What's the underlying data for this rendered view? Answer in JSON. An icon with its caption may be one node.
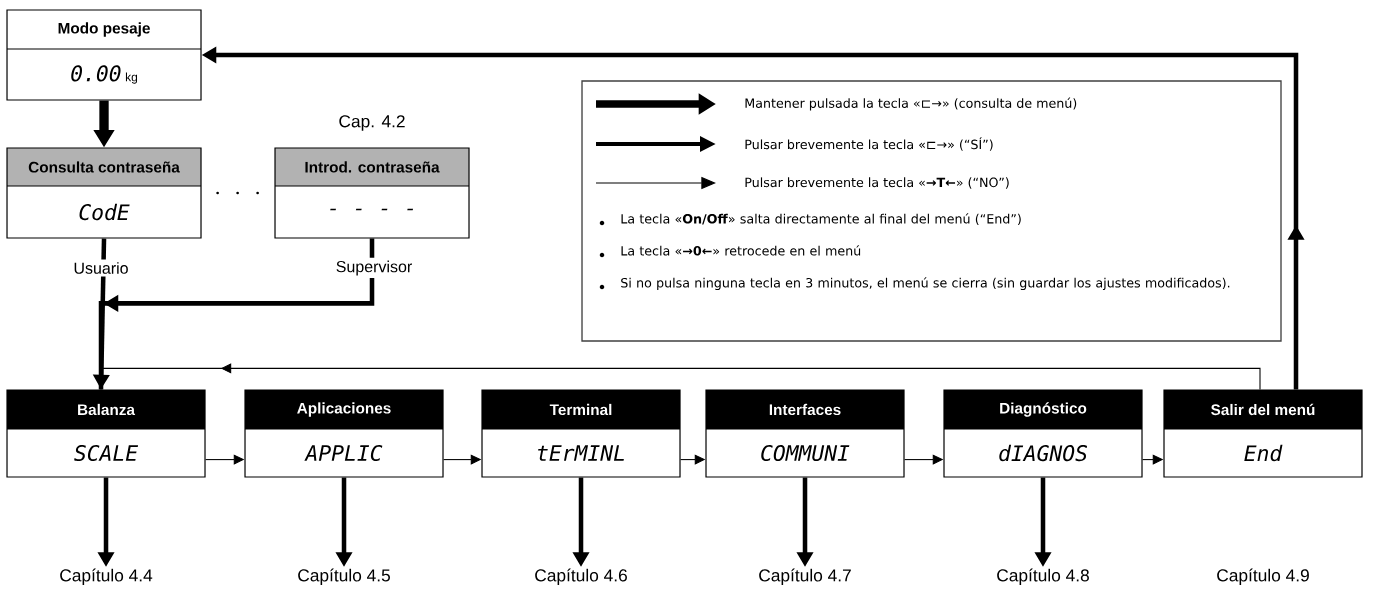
{
  "diagram": {
    "nodes": [
      {
        "text": [
          "Modo pesaje",
          "0.00",
          "kg"
        ]
      },
      {
        "text": [
          "Consulta contraseña",
          "CodE"
        ]
      },
      {
        "text": [
          "Introd. contraseña",
          "- - - -"
        ],
        "beside": [
          "Cap. 4.2"
        ]
      },
      {
        "text": [
          "Balanza",
          "SCALE"
        ]
      },
      {
        "text": [
          "Aplicaciones",
          "APPLIC"
        ]
      },
      {
        "text": [
          "Terminal",
          "tErMINL"
        ]
      },
      {
        "text": [
          "Interfaces",
          "COMMUNI"
        ]
      },
      {
        "text": [
          "Diagnóstico",
          "dIAGNOS"
        ]
      },
      {
        "text": [
          "Salir del menú",
          "End"
        ]
      },
      {
        "text": [
          "Capítulo 4.4"
        ]
      },
      {
        "text": [
          "Capítulo 4.5"
        ]
      },
      {
        "text": [
          "Capítulo 4.6"
        ]
      },
      {
        "text": [
          "Capítulo 4.7"
        ]
      },
      {
        "text": [
          "Capítulo 4.8"
        ]
      }
    ],
    "edges": [
      {
        "from": 0,
        "to": 1,
        "arrow": "to",
        "style": "thick"
      },
      {
        "from": 1,
        "to": 3,
        "arrow": "to",
        "label": "Usuario"
      },
      {
        "from": 2,
        "to": 3,
        "arrow": "to",
        "label": "Supervisor"
      },
      {
        "from": 1,
        "to": 2,
        "arrow": "none",
        "style": "dashed"
      },
      {
        "from": 3,
        "to": 4,
        "arrow": "to"
      },
      {
        "from": 4,
        "to": 5,
        "arrow": "to"
      },
      {
        "from": 5,
        "to": 6,
        "arrow": "to"
      },
      {
        "from": 6,
        "to": 7,
        "arrow": "to"
      },
      {
        "from": 7,
        "to": 8,
        "arrow": "to"
      },
      {
        "from": 8,
        "to": 3,
        "arrow": "to"
      },
      {
        "from": 8,
        "to": 0,
        "arrow": "to"
      },
      {
        "from": 3,
        "to": 9,
        "arrow": "to"
      },
      {
        "from": 4,
        "to": 10,
        "arrow": "to"
      },
      {
        "from": 5,
        "to": 11,
        "arrow": "to"
      },
      {
        "from": 6,
        "to": 12,
        "arrow": "to"
      },
      {
        "from": 7,
        "to": 13,
        "arrow": "to"
      }
    ],
    "labels": [
      "La tecla «**On/Off**» salta directamente al final del menú (“End”)",
      "La tecla «**→0←**» retrocede en el menú",
      "Si no pulsa ninguna tecla en 3 minutos, el menú se cierra (sin guardar los ajustes modificados).",
      "Capítulo 4.9"
    ],
    "legend": [
      {
        "text": "Mantener pulsada la tecla «⊏→» (consulta de menú)"
      },
      {
        "text": "Pulsar brevemente la tecla «⊏→» (“SÍ”)"
      },
      {
        "text": "Pulsar brevemente la tecla «**→T←**» (“NO”)"
      }
    ]
  }
}
